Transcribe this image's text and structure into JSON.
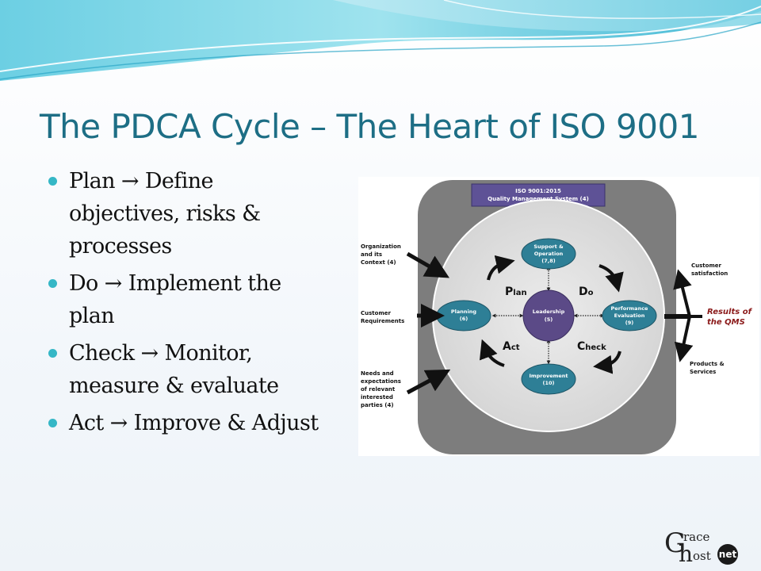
{
  "slide": {
    "title": "The PDCA Cycle – The Heart of ISO 9001",
    "bullets": [
      {
        "lines": [
          "Plan → Define",
          "objectives, risks &",
          "processes"
        ]
      },
      {
        "lines": [
          "Do → Implement the",
          "plan"
        ]
      },
      {
        "lines": [
          "Check → Monitor,",
          "measure & evaluate"
        ]
      },
      {
        "lines": [
          "Act → Improve & Adjust"
        ]
      }
    ]
  },
  "diagram": {
    "banner": [
      "ISO 9001:2015",
      "Quality Management System (4)"
    ],
    "center": [
      "Leadership",
      "(5)"
    ],
    "support": [
      "Support &",
      "Operation",
      "(7,8)"
    ],
    "planning": [
      "Planning",
      "(6)"
    ],
    "performance": [
      "Performance",
      "Evaluation",
      "(9)"
    ],
    "improvement": [
      "Improvement",
      "(10)"
    ],
    "plan_label": {
      "big": "P",
      "small": "lan"
    },
    "do_label": {
      "big": "D",
      "small": "o"
    },
    "act_label": {
      "big": "A",
      "small": "ct"
    },
    "check_label": {
      "big": "C",
      "small": "heck"
    },
    "inputs": {
      "context": [
        "Organization",
        "and its",
        "Context (4)"
      ],
      "customer_req": [
        "Customer",
        "Requirements"
      ],
      "needs": [
        "Needs and",
        "expectations",
        "of relevant",
        "interested",
        "parties (4)"
      ]
    },
    "outputs": {
      "satisfaction": [
        "Customer",
        "satisfaction"
      ],
      "results": [
        "Results of",
        "the QMS"
      ],
      "products": [
        "Products &",
        "Services"
      ]
    },
    "colors": {
      "node": "#2e7f96",
      "center": "#5b4a87",
      "banner": "#5e5296",
      "results": "#8b1a1a",
      "frame": "#7d7d7d"
    }
  },
  "logo": {
    "line1_big": "G",
    "line1_small": "race",
    "line2_big": "h",
    "line2_small": "ost",
    "badge": "net"
  }
}
